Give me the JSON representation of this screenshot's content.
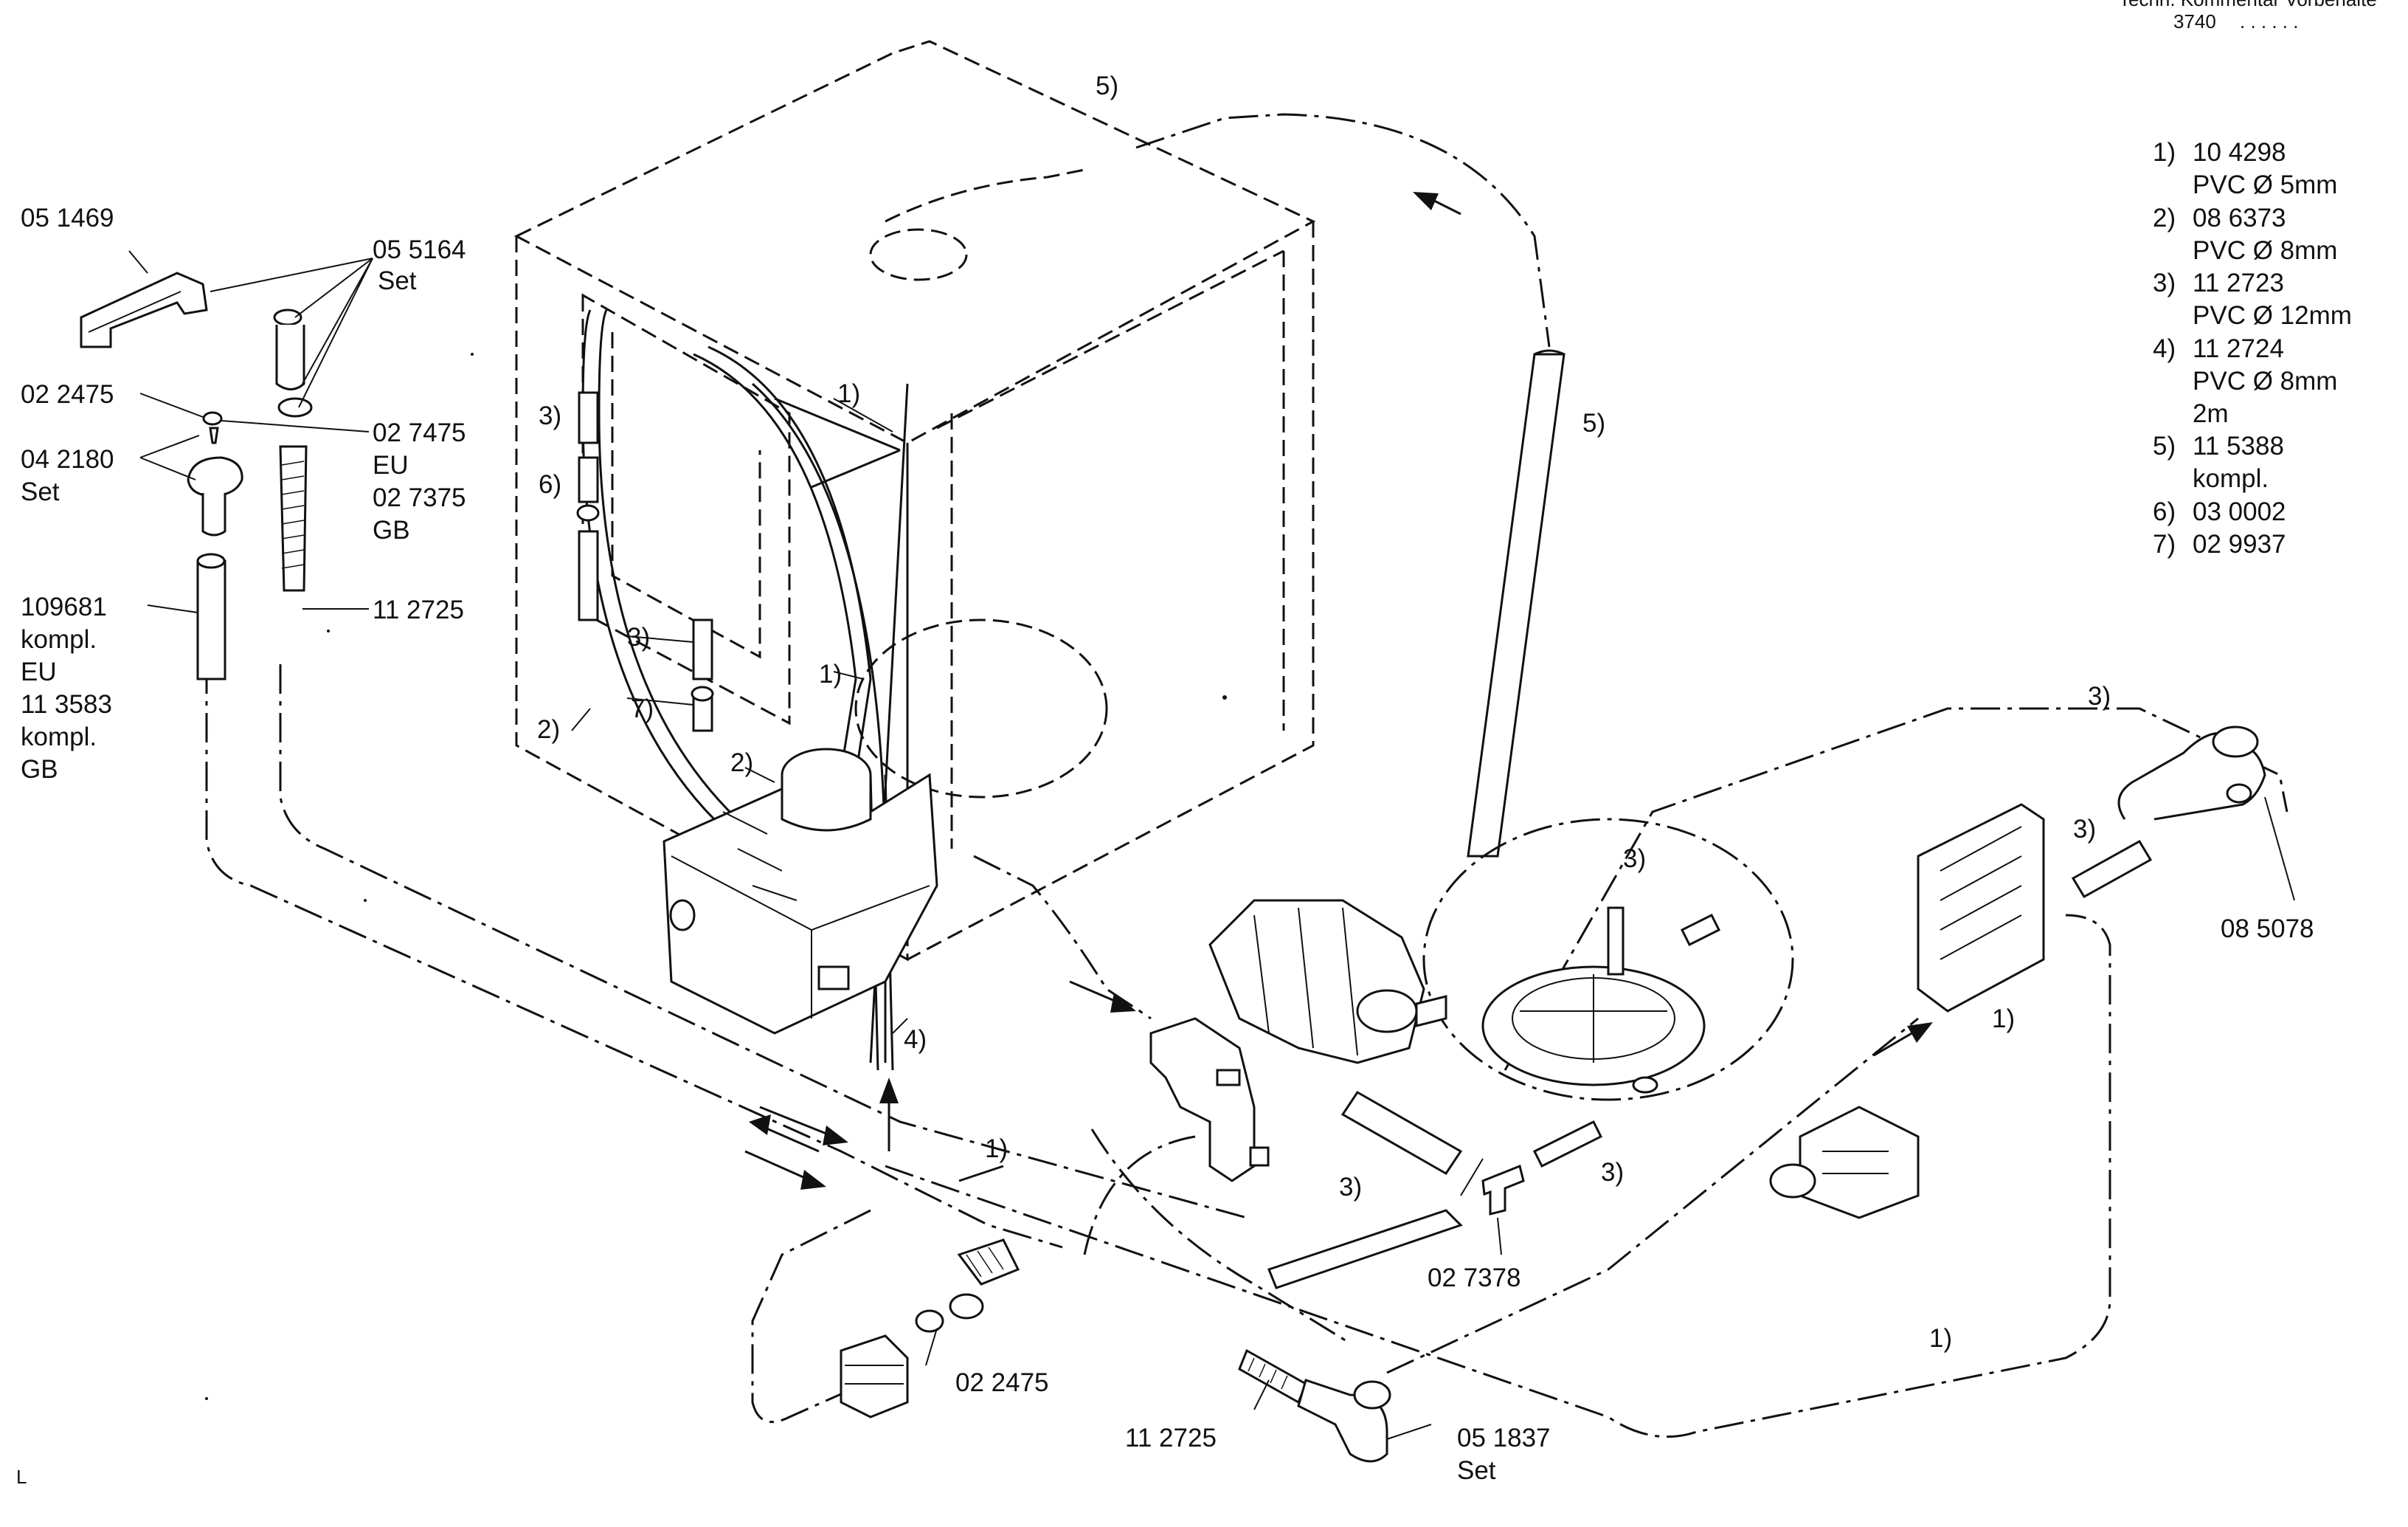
{
  "header": {
    "line1": "Techn. Kommentar Vorbehalte",
    "line2": "3740"
  },
  "legend": [
    {
      "key": "1)",
      "code": "10 4298",
      "desc": "PVC Ø 5mm"
    },
    {
      "key": "2)",
      "code": "08 6373",
      "desc": "PVC Ø 8mm"
    },
    {
      "key": "3)",
      "code": "11 2723",
      "desc": "PVC Ø 12mm"
    },
    {
      "key": "4)",
      "code": "11 2724",
      "desc": "PVC Ø 8mm",
      "extra": "2m"
    },
    {
      "key": "5)",
      "code": "11 5388",
      "desc": "kompl."
    },
    {
      "key": "6)",
      "code": "03 0002"
    },
    {
      "key": "7)",
      "code": "02 9937"
    }
  ],
  "parts": {
    "p051469": "05 1469",
    "p055164": "05 5164",
    "p055164_set": "Set",
    "p022475_top": "02 2475",
    "p042180": "04 2180",
    "p042180_set": "Set",
    "p027475": "02 7475",
    "p027475_eu": "EU",
    "p027375": "02 7375",
    "p027375_gb": "GB",
    "p109681": "109681",
    "p109681_kompl": "kompl.",
    "p109681_eu": "EU",
    "p113583": "11 3583",
    "p113583_kompl": "kompl.",
    "p113583_gb": "GB",
    "p112725_left": "11 2725",
    "p027378": "02 7378",
    "p022475_bottom": "02 2475",
    "p112725_bottom": "11 2725",
    "p051837": "05 1837",
    "p051837_set": "Set",
    "p085078": "08 5078"
  },
  "callouts": {
    "c1_top": "1)",
    "c1_mid": "1)",
    "c1_low": "1)",
    "c1_right": "1)",
    "c1_bottom": "1)",
    "c2_left": "2)",
    "c2_mid": "2)",
    "c3_left_top": "3)",
    "c3_left_mid": "3)",
    "c3_pump": "3)",
    "c3_right_top": "3)",
    "c3_right_mid": "3)",
    "c3_hose_a": "3)",
    "c3_hose_b": "3)",
    "c4": "4)",
    "c5_top": "5)",
    "c5_right": "5)",
    "c6": "6)",
    "c7": "7)"
  },
  "corner_mark": "L"
}
